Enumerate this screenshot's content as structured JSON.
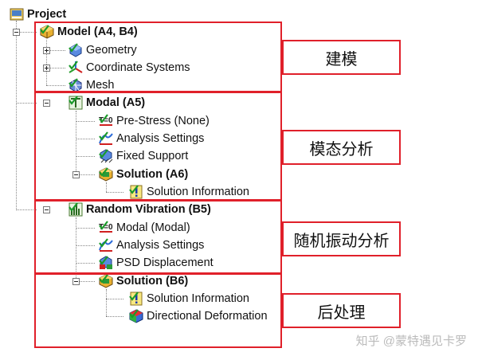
{
  "tree": {
    "project": {
      "label": "Project",
      "icon": "project-icon"
    },
    "model": {
      "label": "Model (A4, B4)",
      "icon": "model-cube-icon"
    },
    "geometry": {
      "label": "Geometry",
      "icon": "geometry-icon"
    },
    "coordinate_systems": {
      "label": "Coordinate Systems",
      "icon": "coordinate-axes-icon"
    },
    "mesh": {
      "label": "Mesh",
      "icon": "mesh-icon"
    },
    "modal_a5": {
      "label": "Modal (A5)",
      "icon": "modal-analysis-icon"
    },
    "pre_stress": {
      "label": "Pre-Stress (None)",
      "icon": "pre-stress-icon"
    },
    "analysis_settings_1": {
      "label": "Analysis Settings",
      "icon": "analysis-settings-icon"
    },
    "fixed_support": {
      "label": "Fixed Support",
      "icon": "fixed-support-icon"
    },
    "solution_a6": {
      "label": "Solution (A6)",
      "icon": "solution-icon"
    },
    "solution_info_1": {
      "label": "Solution Information",
      "icon": "solution-information-icon"
    },
    "random_vibration": {
      "label": "Random Vibration (B5)",
      "icon": "random-vibration-icon"
    },
    "modal_modal": {
      "label": "Modal (Modal)",
      "icon": "pre-stress-icon"
    },
    "analysis_settings_2": {
      "label": "Analysis Settings",
      "icon": "analysis-settings-icon"
    },
    "psd_displacement": {
      "label": "PSD Displacement",
      "icon": "psd-displacement-icon"
    },
    "solution_b6": {
      "label": "Solution (B6)",
      "icon": "solution-icon"
    },
    "solution_info_2": {
      "label": "Solution Information",
      "icon": "solution-information-icon"
    },
    "directional_deformation": {
      "label": "Directional Deformation",
      "icon": "directional-deformation-icon"
    }
  },
  "callouts": {
    "modeling": "建模",
    "modal_analysis": "模态分析",
    "random_vibration_analysis": "随机振动分析",
    "post_processing": "后处理"
  },
  "watermark": "知乎 @蒙特遇见卡罗",
  "colors": {
    "accent_red": "#e0202a",
    "check_green": "#1a9a2a"
  }
}
